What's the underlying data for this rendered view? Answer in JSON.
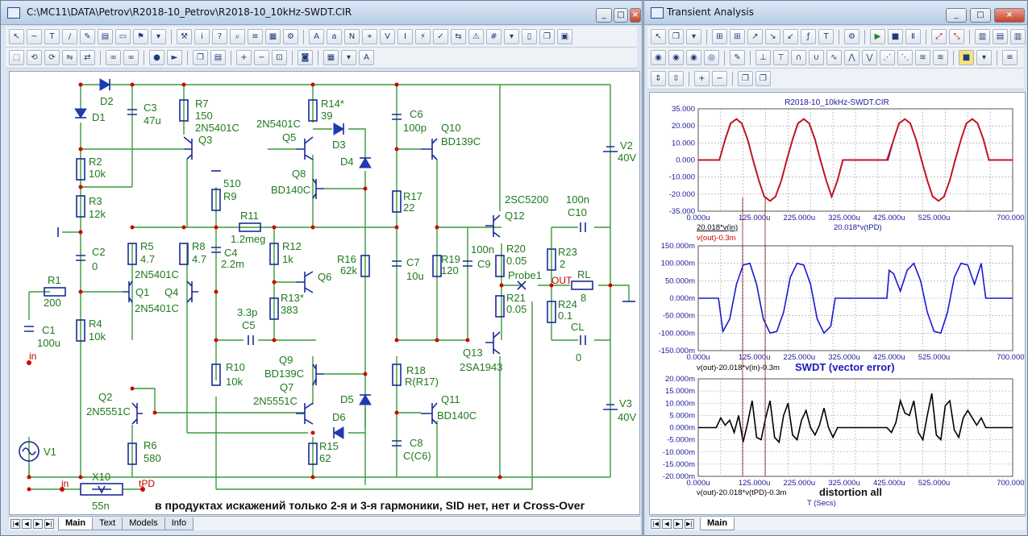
{
  "left_window": {
    "title": "C:\\MC11\\DATA\\Petrov\\R2018-10_Petrov\\R2018-10_10kHz-SWDT.CIR",
    "tabs": [
      "Main",
      "Text",
      "Models",
      "Info"
    ],
    "caption": "в продуктах искажений только 2-я и 3-я гармоники, SID нет, нет и Cross-Over"
  },
  "schematic": {
    "labels": [
      {
        "id": "d2",
        "t": "D2"
      },
      {
        "id": "d1",
        "t": "D1"
      },
      {
        "id": "c3",
        "t": "C3"
      },
      {
        "id": "c3v",
        "t": "47u"
      },
      {
        "id": "r7",
        "t": "R7"
      },
      {
        "id": "r7v",
        "t": "150"
      },
      {
        "id": "q3t",
        "t": "2N5401C"
      },
      {
        "id": "q3",
        "t": "Q3"
      },
      {
        "id": "q5t",
        "t": "2N5401C"
      },
      {
        "id": "q5",
        "t": "Q5"
      },
      {
        "id": "r14",
        "t": "R14*"
      },
      {
        "id": "r14v",
        "t": "39"
      },
      {
        "id": "d3",
        "t": "D3"
      },
      {
        "id": "d4",
        "t": "D4"
      },
      {
        "id": "c6",
        "t": "C6"
      },
      {
        "id": "c6v",
        "t": "100p"
      },
      {
        "id": "q10",
        "t": "Q10"
      },
      {
        "id": "q10t",
        "t": "BD139C"
      },
      {
        "id": "v2",
        "t": "V2"
      },
      {
        "id": "v2v",
        "t": "40V"
      },
      {
        "id": "r2",
        "t": "R2"
      },
      {
        "id": "r2v",
        "t": "10k"
      },
      {
        "id": "q8",
        "t": "Q8"
      },
      {
        "id": "q8t",
        "t": "BD140C"
      },
      {
        "id": "r9v",
        "t": "510"
      },
      {
        "id": "r9",
        "t": "R9"
      },
      {
        "id": "r3",
        "t": "R3"
      },
      {
        "id": "r3v",
        "t": "12k"
      },
      {
        "id": "r17",
        "t": "R17"
      },
      {
        "id": "r17v",
        "t": "22"
      },
      {
        "id": "q12t",
        "t": "2SC5200"
      },
      {
        "id": "q12",
        "t": "Q12"
      },
      {
        "id": "c10v",
        "t": "100n"
      },
      {
        "id": "c10",
        "t": "C10"
      },
      {
        "id": "r11",
        "t": "R11"
      },
      {
        "id": "r11v",
        "t": "1.2meg"
      },
      {
        "id": "c2",
        "t": "C2"
      },
      {
        "id": "c2v",
        "t": "0"
      },
      {
        "id": "r5",
        "t": "R5"
      },
      {
        "id": "r5v",
        "t": "4.7"
      },
      {
        "id": "r8",
        "t": "R8"
      },
      {
        "id": "r8v",
        "t": "4.7"
      },
      {
        "id": "c4",
        "t": "C4"
      },
      {
        "id": "c4v",
        "t": "2.2m"
      },
      {
        "id": "r12",
        "t": "R12"
      },
      {
        "id": "r12v",
        "t": "1k"
      },
      {
        "id": "r16",
        "t": "R16"
      },
      {
        "id": "r16v",
        "t": "62k"
      },
      {
        "id": "c7",
        "t": "C7"
      },
      {
        "id": "c7v",
        "t": "10u"
      },
      {
        "id": "r19",
        "t": "R19"
      },
      {
        "id": "r19v",
        "t": "120"
      },
      {
        "id": "c9v",
        "t": "100n"
      },
      {
        "id": "c9",
        "t": "C9"
      },
      {
        "id": "r20",
        "t": "R20"
      },
      {
        "id": "r20v",
        "t": "0.05"
      },
      {
        "id": "r23",
        "t": "R23"
      },
      {
        "id": "r23v",
        "t": "2"
      },
      {
        "id": "r1",
        "t": "R1"
      },
      {
        "id": "r1v",
        "t": "200"
      },
      {
        "id": "q5b",
        "t": "2N5401C"
      },
      {
        "id": "q1",
        "t": "Q1"
      },
      {
        "id": "q4",
        "t": "Q4"
      },
      {
        "id": "q6",
        "t": "Q6"
      },
      {
        "id": "probe",
        "t": "Probe1"
      },
      {
        "id": "out",
        "t": "OUT"
      },
      {
        "id": "rl",
        "t": "RL"
      },
      {
        "id": "rlv",
        "t": "8"
      },
      {
        "id": "q1t",
        "t": "2N5401C"
      },
      {
        "id": "r13",
        "t": "R13*"
      },
      {
        "id": "r13v",
        "t": "383"
      },
      {
        "id": "r21",
        "t": "R21"
      },
      {
        "id": "r21v",
        "t": "0.05"
      },
      {
        "id": "r24",
        "t": "R24"
      },
      {
        "id": "r24v",
        "t": "0.1"
      },
      {
        "id": "c5v",
        "t": "3.3p"
      },
      {
        "id": "c5",
        "t": "C5"
      },
      {
        "id": "c1",
        "t": "C1"
      },
      {
        "id": "c1v",
        "t": "100u"
      },
      {
        "id": "r4",
        "t": "R4"
      },
      {
        "id": "r4v",
        "t": "10k"
      },
      {
        "id": "cl",
        "t": "CL"
      },
      {
        "id": "clv",
        "t": "0"
      },
      {
        "id": "q13",
        "t": "Q13"
      },
      {
        "id": "q13t",
        "t": "2SA1943"
      },
      {
        "id": "r10",
        "t": "R10"
      },
      {
        "id": "r10v",
        "t": "10k"
      },
      {
        "id": "q9",
        "t": "Q9"
      },
      {
        "id": "q9t",
        "t": "BD139C"
      },
      {
        "id": "r18",
        "t": "R18"
      },
      {
        "id": "r18v",
        "t": "R(R17)"
      },
      {
        "id": "q7",
        "t": "Q7"
      },
      {
        "id": "q7t",
        "t": "2N5551C"
      },
      {
        "id": "q2",
        "t": "Q2"
      },
      {
        "id": "q2t",
        "t": "2N5551C"
      },
      {
        "id": "d5",
        "t": "D5"
      },
      {
        "id": "q11",
        "t": "Q11"
      },
      {
        "id": "q11t",
        "t": "BD140C"
      },
      {
        "id": "d6",
        "t": "D6"
      },
      {
        "id": "r15",
        "t": "R15"
      },
      {
        "id": "r15v",
        "t": "62"
      },
      {
        "id": "c8",
        "t": "C8"
      },
      {
        "id": "c8v",
        "t": "C(C6)"
      },
      {
        "id": "r6",
        "t": "R6"
      },
      {
        "id": "r6v",
        "t": "580"
      },
      {
        "id": "v1",
        "t": "V1"
      },
      {
        "id": "v3",
        "t": "V3"
      },
      {
        "id": "v3v",
        "t": "40V"
      },
      {
        "id": "x10",
        "t": "X10"
      },
      {
        "id": "x10v",
        "t": "55n"
      }
    ],
    "node_in1": "in",
    "node_in2": "in",
    "node_tpd": "tPD"
  },
  "right_window": {
    "title": "Transient Analysis",
    "tab": "Main",
    "plot_title": "R2018-10_10kHz-SWDT.CIR",
    "x_axis_label": "T (Secs)",
    "x_ticks": [
      "0.000u",
      "125.000u",
      "225.000u",
      "325.000u",
      "425.000u",
      "525.000u",
      "700.000u"
    ],
    "plot1": {
      "y_ticks": [
        "35.000",
        "20.000",
        "10.000",
        "0.000",
        "-10.000",
        "-20.000",
        "-35.000"
      ],
      "xlabel": "20.018*v(tPD)",
      "legend": [
        "20.018*v(in)",
        "v(out)-0.3m"
      ]
    },
    "plot2": {
      "y_ticks": [
        "150.000m",
        "100.000m",
        "50.000m",
        "0.000m",
        "-50.000m",
        "-100.000m",
        "-150.000m"
      ],
      "xlabel": "v(out)-20.018*v(in)-0.3m",
      "annotation": "SWDT (vector error)"
    },
    "plot3": {
      "y_ticks": [
        "20.000m",
        "15.000m",
        "10.000m",
        "5.000m",
        "0.000m",
        "-5.000m",
        "-10.000m",
        "-15.000m",
        "-20.000m"
      ],
      "xlabel": "v(out)-20.018*v(tPD)-0.3m",
      "annotation": "distortion all"
    }
  },
  "chart_data": [
    {
      "type": "line",
      "title": "R2018-10_10kHz-SWDT.CIR",
      "xlabel": "20.018*v(tPD)",
      "xlim": [
        0,
        700
      ],
      "ylim": [
        -35,
        35
      ],
      "series": [
        {
          "name": "20.018*v(in)",
          "x": [
            0,
            20,
            40,
            47,
            60,
            72,
            85,
            97,
            110,
            122,
            135,
            147,
            160,
            172,
            185,
            197,
            210,
            222,
            235,
            247,
            260,
            272,
            285,
            297,
            310,
            322,
            420,
            422,
            435,
            447,
            460,
            472,
            485,
            497,
            510,
            522,
            535,
            547,
            560,
            572,
            585,
            597,
            610,
            622,
            635,
            647,
            660,
            700
          ],
          "y": [
            0,
            0,
            0,
            0,
            14,
            25,
            28,
            25,
            14,
            0,
            -14,
            -25,
            -28,
            -25,
            -14,
            0,
            14,
            25,
            28,
            25,
            14,
            0,
            -14,
            -25,
            -14,
            0,
            0,
            0,
            14,
            25,
            28,
            25,
            14,
            0,
            -14,
            -25,
            -28,
            -25,
            -14,
            0,
            14,
            25,
            28,
            25,
            14,
            0,
            0,
            0
          ]
        },
        {
          "name": "v(out)-0.3m",
          "x": [
            0,
            47,
            60,
            72,
            85,
            97,
            110,
            122,
            135,
            147,
            160,
            172,
            185,
            197,
            210,
            222,
            235,
            247,
            260,
            272,
            285,
            297,
            310,
            322,
            420,
            435,
            447,
            460,
            472,
            485,
            497,
            510,
            522,
            535,
            547,
            560,
            572,
            585,
            597,
            610,
            622,
            635,
            647,
            700
          ],
          "y": [
            0,
            0,
            14,
            25,
            28,
            25,
            14,
            0,
            -14,
            -25,
            -28,
            -25,
            -14,
            0,
            14,
            25,
            28,
            25,
            14,
            0,
            -14,
            -25,
            -14,
            0,
            0,
            14,
            25,
            28,
            25,
            14,
            0,
            -14,
            -25,
            -28,
            -25,
            -14,
            0,
            14,
            25,
            28,
            25,
            14,
            0,
            0
          ]
        }
      ]
    },
    {
      "type": "line",
      "xlabel": "v(out)-20.018*v(in)-0.3m",
      "xlim": [
        0,
        700
      ],
      "ylim": [
        -150,
        150
      ],
      "series": [
        {
          "x": [
            0,
            45,
            55,
            70,
            85,
            100,
            115,
            130,
            145,
            160,
            175,
            190,
            205,
            220,
            235,
            250,
            265,
            280,
            295,
            305,
            320,
            420,
            425,
            435,
            450,
            465,
            480,
            495,
            510,
            525,
            540,
            555,
            570,
            585,
            600,
            615,
            630,
            640,
            650,
            700
          ],
          "y": [
            0,
            0,
            -95,
            -60,
            40,
            95,
            100,
            40,
            -60,
            -100,
            -95,
            -40,
            60,
            100,
            95,
            40,
            -60,
            -100,
            -80,
            0,
            0,
            0,
            80,
            70,
            20,
            80,
            100,
            50,
            -40,
            -95,
            -100,
            -40,
            60,
            100,
            95,
            40,
            100,
            0,
            0,
            0
          ]
        }
      ]
    },
    {
      "type": "line",
      "xlabel": "v(out)-20.018*v(tPD)-0.3m",
      "xlim": [
        0,
        700
      ],
      "ylim": [
        -20,
        20
      ],
      "series": [
        {
          "x": [
            0,
            40,
            50,
            60,
            70,
            80,
            90,
            100,
            110,
            120,
            130,
            140,
            150,
            160,
            170,
            180,
            190,
            200,
            210,
            220,
            230,
            240,
            250,
            260,
            270,
            280,
            290,
            300,
            310,
            320,
            420,
            430,
            440,
            450,
            460,
            470,
            480,
            490,
            500,
            510,
            520,
            530,
            540,
            550,
            560,
            570,
            580,
            590,
            600,
            610,
            620,
            630,
            640,
            700
          ],
          "y": [
            0,
            0,
            4,
            1,
            3,
            -2,
            5,
            -6,
            2,
            11,
            -4,
            -5,
            4,
            11,
            -4,
            -6,
            5,
            10,
            -3,
            -5,
            3,
            7,
            0,
            -3,
            1,
            8,
            0,
            -4,
            0,
            0,
            0,
            -2,
            2,
            11,
            6,
            5,
            11,
            -2,
            -5,
            5,
            14,
            -3,
            -5,
            9,
            11,
            -1,
            -4,
            4,
            7,
            4,
            1,
            4,
            0,
            0
          ]
        }
      ]
    }
  ]
}
